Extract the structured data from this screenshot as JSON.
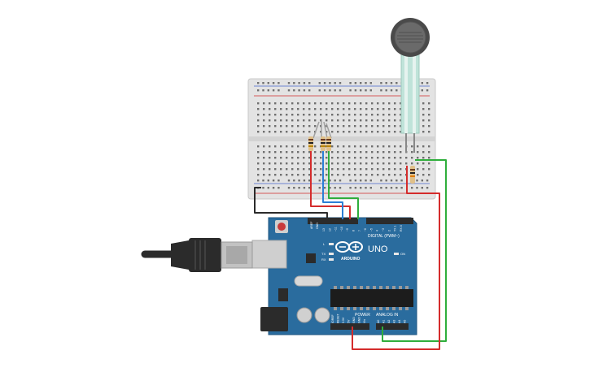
{
  "board": {
    "brand": "ARDUINO",
    "model": "UNO",
    "header_digital": "DIGITAL (PWM~)",
    "header_power": "POWER",
    "header_analog": "ANALOG IN",
    "label_on": "ON",
    "label_l": "L",
    "label_tx": "TX",
    "label_rx": "RX",
    "label_aref": "AREF",
    "label_gnd": "GND",
    "digital_pins": [
      "13",
      "12",
      "~11",
      "~10",
      "~9",
      "8",
      "7",
      "~6",
      "~5",
      "4",
      "~3",
      "2",
      "TX 1",
      "RX 0"
    ],
    "power_pins": [
      "IOREF",
      "RESET",
      "3.3V",
      "5V",
      "GND",
      "GND",
      "Vin"
    ],
    "analog_pins": [
      "A0",
      "A1",
      "A2",
      "A3",
      "A4",
      "A5"
    ]
  },
  "colors": {
    "board": "#2a6c9e",
    "breadboard": "#e3e3e3",
    "wire_red": "#d42c2c",
    "wire_blue": "#2b7fd6",
    "wire_green": "#2fae3c",
    "wire_black": "#2b2b2b",
    "led_leg": "#a0a0a0",
    "sensor": "#4a4a4a"
  },
  "icons": {
    "logo": "arduino-infinity-logo",
    "usb": "usb-cable-icon",
    "sensor": "force-sensor-icon"
  }
}
